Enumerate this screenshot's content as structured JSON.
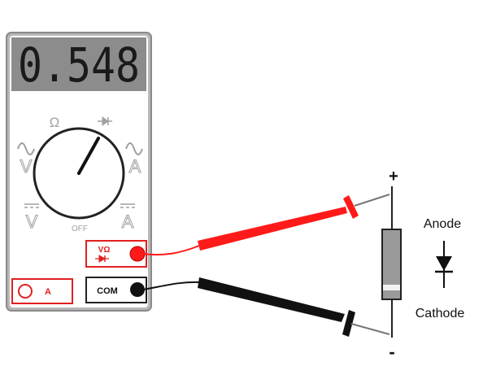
{
  "meter": {
    "display_value": "0.548",
    "dial": {
      "ohm_symbol": "Ω",
      "off_label": "OFF",
      "ac_volts_label": "V",
      "ac_amps_label": "A",
      "dc_volts_label": "V",
      "dc_amps_label": "A"
    },
    "jacks": {
      "volt_ohm_label": "VΩ",
      "com_label": "COM",
      "amp_label": "A"
    },
    "colors": {
      "body": "#b5b5b5",
      "display_bg": "#8c8c8c",
      "red_lead": "#ff1a1a",
      "black_lead": "#111111"
    }
  },
  "component": {
    "plus_label": "+",
    "minus_label": "-",
    "anode_label": "Anode",
    "cathode_label": "Cathode"
  }
}
